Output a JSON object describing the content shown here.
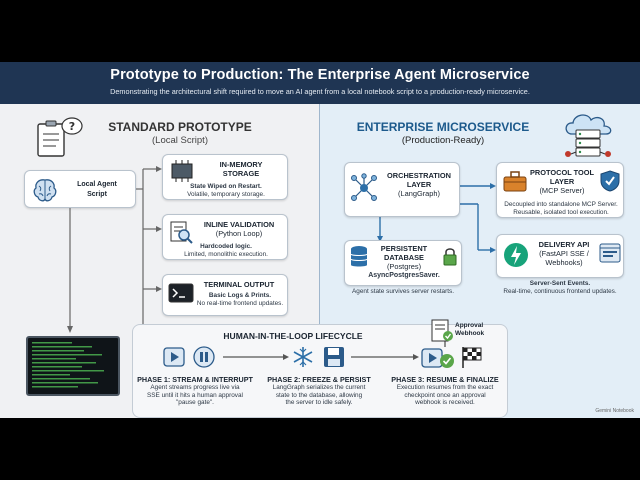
{
  "header": {
    "title": "Prototype to Production: The Enterprise Agent Microservice",
    "subtitle": "Demonstrating the architectural shift required to move an AI agent from a local notebook script to a production-ready microservice."
  },
  "left": {
    "title": "STANDARD PROTOTYPE",
    "subtitle": "(Local Script)",
    "agent_label_1": "Local Agent",
    "agent_label_2": "Script",
    "memory": {
      "title_1": "IN-MEMORY",
      "title_2": "STORAGE",
      "desc_bold": "State Wiped on Restart.",
      "desc": "Volatile, temporary storage."
    },
    "validation": {
      "title_1": "INLINE VALIDATION",
      "title_2": "(Python Loop)",
      "desc_bold": "Hardcoded logic.",
      "desc": "Limited, monolithic execution."
    },
    "terminal": {
      "title": "TERMINAL OUTPUT",
      "desc_bold": "Basic Logs & Prints.",
      "desc": "No real-time frontend updates."
    }
  },
  "right": {
    "title": "ENTERPRISE MICROSERVICE",
    "subtitle": "(Production-Ready)",
    "orchestration": {
      "title_1": "ORCHESTRATION",
      "title_2": "LAYER",
      "title_3": "(LangGraph)"
    },
    "protocol": {
      "title_1": "PROTOCOL TOOL",
      "title_2": "LAYER",
      "title_3": "(MCP Server)",
      "desc_1": "Decoupled into standalone MCP Server.",
      "desc_2": "Reusable, isolated tool execution."
    },
    "database": {
      "title_1": "PERSISTENT",
      "title_2": "DATABASE",
      "title_3": "(Postgres)",
      "desc_bold": "AsyncPostgresSaver.",
      "desc": "Agent state survives server restarts."
    },
    "delivery": {
      "title_1": "DELIVERY API",
      "title_2": "(FastAPI SSE /",
      "title_3": "Webhooks)",
      "desc_bold": "Server-Sent Events.",
      "desc": "Real-time, continuous frontend updates."
    }
  },
  "hitl": {
    "title": "HUMAN-IN-THE-LOOP LIFECYCLE",
    "webhook_1": "Approval",
    "webhook_2": "Webhook",
    "phases": [
      {
        "title": "PHASE 1: STREAM & INTERRUPT",
        "d1": "Agent streams progress live via",
        "d2": "SSE until it hits a human approval",
        "d3": "\"pause gate\"."
      },
      {
        "title": "PHASE 2: FREEZE & PERSIST",
        "d1": "LangGraph serializes the current",
        "d2": "state to the database, allowing",
        "d3": "the server to idle safely."
      },
      {
        "title": "PHASE 3: RESUME & FINALIZE",
        "d1": "Execution resumes from the exact",
        "d2": "checkpoint once an approval",
        "d3": "webhook is received."
      }
    ]
  },
  "watermark": "Gemini Notebook"
}
